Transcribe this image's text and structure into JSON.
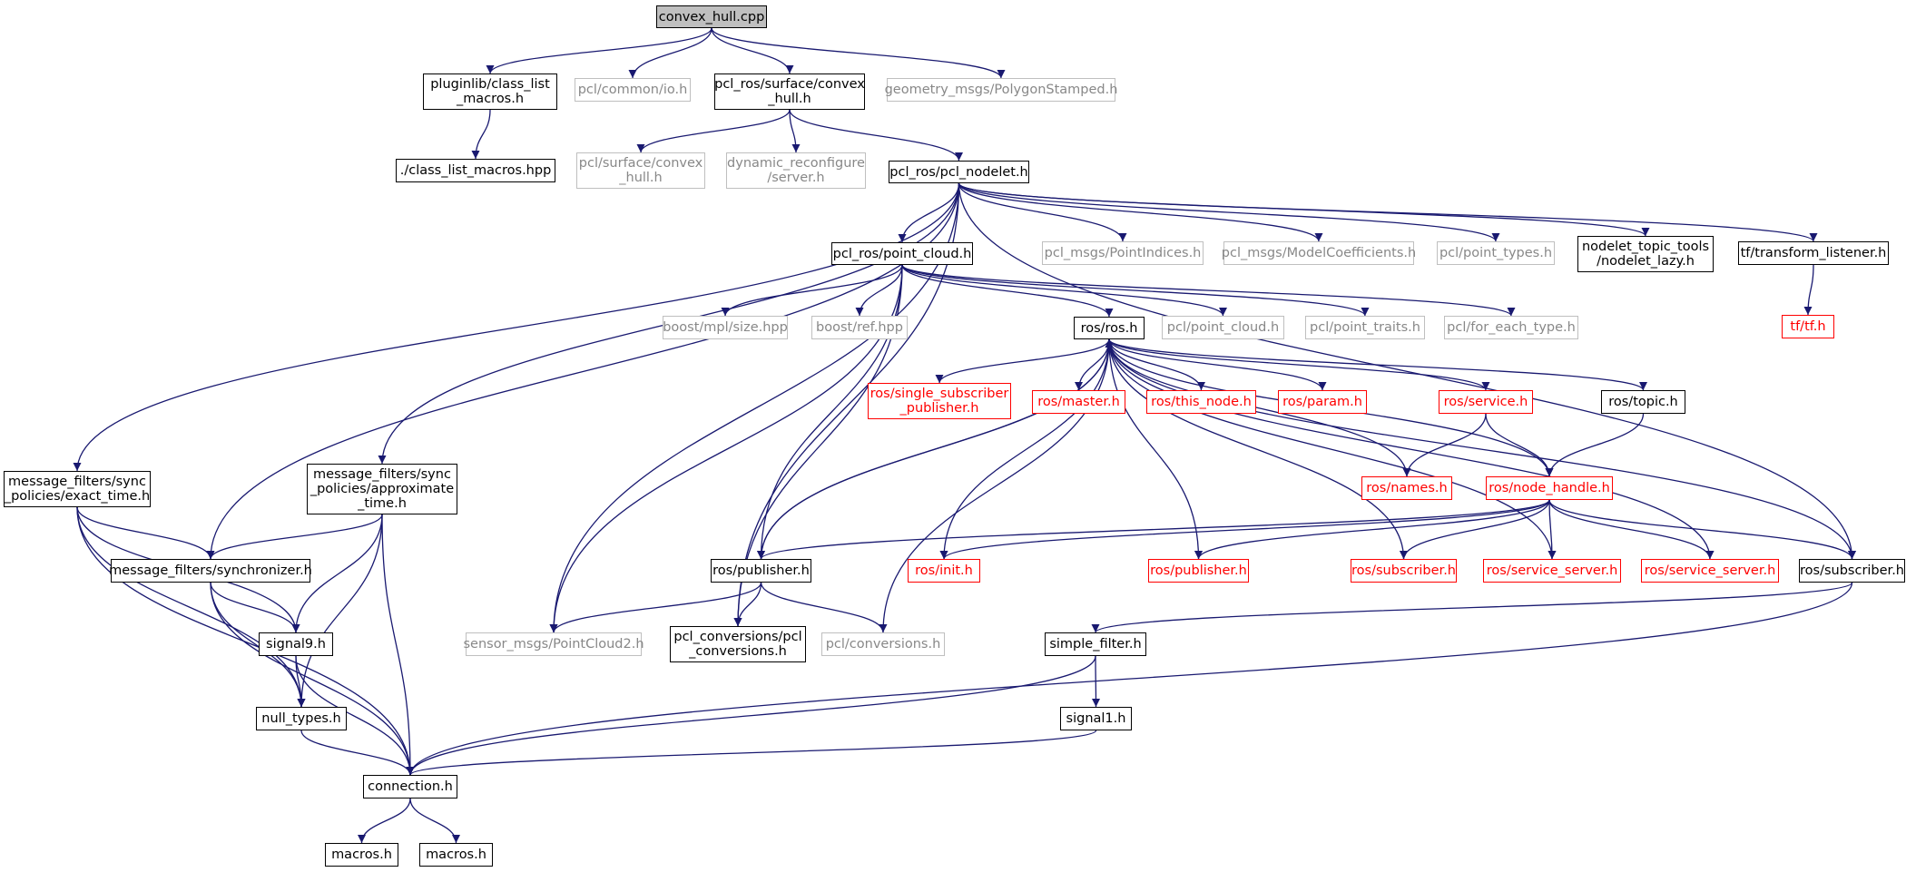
{
  "colors": {
    "edge": "#191970",
    "local_border": "#000000",
    "external_border": "#bfbfbf",
    "external_text": "#888888",
    "truncated_border": "#ff0000",
    "root_fill": "#bfbfbf"
  },
  "nodes": {
    "convex_hull_cpp": "convex_hull.cpp",
    "pluginlib_class_list_macros_h": "pluginlib/class_list\n_macros.h",
    "pcl_common_io_h": "pcl/common/io.h",
    "pcl_ros_surface_convex_hull_h": "pcl_ros/surface/convex\n_hull.h",
    "geometry_msgs_polygonstamped_h": "geometry_msgs/PolygonStamped.h",
    "class_list_macros_hpp": "./class_list_macros.hpp",
    "pcl_surface_convex_hull_h": "pcl/surface/convex\n_hull.h",
    "dynamic_reconfigure_server_h": "dynamic_reconfigure\n/server.h",
    "pcl_ros_pcl_nodelet_h": "pcl_ros/pcl_nodelet.h",
    "pcl_ros_point_cloud_h": "pcl_ros/point_cloud.h",
    "pcl_msgs_pointindices_h": "pcl_msgs/PointIndices.h",
    "pcl_msgs_modelcoefficients_h": "pcl_msgs/ModelCoefficients.h",
    "pcl_point_types_h": "pcl/point_types.h",
    "nodelet_topic_tools_nodelet_lazy_h": "nodelet_topic_tools\n/nodelet_lazy.h",
    "tf_transform_listener_h": "tf/transform_listener.h",
    "tf_tf_h": "tf/tf.h",
    "boost_mpl_size_hpp": "boost/mpl/size.hpp",
    "boost_ref_hpp": "boost/ref.hpp",
    "ros_ros_h": "ros/ros.h",
    "pcl_point_cloud_h": "pcl/point_cloud.h",
    "pcl_point_traits_h": "pcl/point_traits.h",
    "pcl_for_each_type_h": "pcl/for_each_type.h",
    "ros_single_subscriber_publisher_h": "ros/single_subscriber\n_publisher.h",
    "ros_master_h": "ros/master.h",
    "ros_this_node_h": "ros/this_node.h",
    "ros_param_h": "ros/param.h",
    "ros_service_h": "ros/service.h",
    "ros_topic_h": "ros/topic.h",
    "ros_names_h": "ros/names.h",
    "ros_node_handle_h": "ros/node_handle.h",
    "mf_exact_time_h": "message_filters/sync\n_policies/exact_time.h",
    "mf_approximate_time_h": "message_filters/sync\n_policies/approximate\n_time.h",
    "mf_synchronizer_h": "message_filters/synchronizer.h",
    "ros_publisher_h_local": "ros/publisher.h",
    "ros_init_h": "ros/init.h",
    "ros_publisher_h_trunc": "ros/publisher.h",
    "ros_subscriber_h_trunc": "ros/subscriber.h",
    "ros_service_server_h_a": "ros/service_server.h",
    "ros_service_server_h_b": "ros/service_server.h",
    "ros_subscriber_h_local": "ros/subscriber.h",
    "signal9_h": "signal9.h",
    "sensor_msgs_pointcloud2_h": "sensor_msgs/PointCloud2.h",
    "pcl_conversions_pcl_conversions_h": "pcl_conversions/pcl\n_conversions.h",
    "pcl_conversions_h": "pcl/conversions.h",
    "simple_filter_h": "simple_filter.h",
    "null_types_h": "null_types.h",
    "signal1_h": "signal1.h",
    "connection_h": "connection.h",
    "macros_h_a": "macros.h",
    "macros_h_b": "macros.h"
  },
  "edges": [
    [
      "convex_hull_cpp",
      "pluginlib_class_list_macros_h"
    ],
    [
      "convex_hull_cpp",
      "pcl_common_io_h"
    ],
    [
      "convex_hull_cpp",
      "pcl_ros_surface_convex_hull_h"
    ],
    [
      "convex_hull_cpp",
      "geometry_msgs_polygonstamped_h"
    ],
    [
      "pluginlib_class_list_macros_h",
      "class_list_macros_hpp"
    ],
    [
      "pcl_ros_surface_convex_hull_h",
      "pcl_surface_convex_hull_h"
    ],
    [
      "pcl_ros_surface_convex_hull_h",
      "dynamic_reconfigure_server_h"
    ],
    [
      "pcl_ros_surface_convex_hull_h",
      "pcl_ros_pcl_nodelet_h"
    ],
    [
      "pcl_ros_pcl_nodelet_h",
      "pcl_ros_point_cloud_h"
    ],
    [
      "pcl_ros_pcl_nodelet_h",
      "pcl_msgs_pointindices_h"
    ],
    [
      "pcl_ros_pcl_nodelet_h",
      "pcl_msgs_modelcoefficients_h"
    ],
    [
      "pcl_ros_pcl_nodelet_h",
      "pcl_point_types_h"
    ],
    [
      "pcl_ros_pcl_nodelet_h",
      "nodelet_topic_tools_nodelet_lazy_h"
    ],
    [
      "pcl_ros_pcl_nodelet_h",
      "tf_transform_listener_h"
    ],
    [
      "pcl_ros_pcl_nodelet_h",
      "mf_exact_time_h"
    ],
    [
      "pcl_ros_pcl_nodelet_h",
      "mf_approximate_time_h"
    ],
    [
      "pcl_ros_pcl_nodelet_h",
      "mf_synchronizer_h"
    ],
    [
      "pcl_ros_pcl_nodelet_h",
      "sensor_msgs_pointcloud2_h"
    ],
    [
      "pcl_ros_pcl_nodelet_h",
      "pcl_conversions_pcl_conversions_h"
    ],
    [
      "pcl_ros_pcl_nodelet_h",
      "ros_subscriber_h_local"
    ],
    [
      "tf_transform_listener_h",
      "tf_tf_h"
    ],
    [
      "pcl_ros_point_cloud_h",
      "boost_mpl_size_hpp"
    ],
    [
      "pcl_ros_point_cloud_h",
      "boost_ref_hpp"
    ],
    [
      "pcl_ros_point_cloud_h",
      "ros_ros_h"
    ],
    [
      "pcl_ros_point_cloud_h",
      "pcl_point_cloud_h"
    ],
    [
      "pcl_ros_point_cloud_h",
      "pcl_point_traits_h"
    ],
    [
      "pcl_ros_point_cloud_h",
      "pcl_for_each_type_h"
    ],
    [
      "pcl_ros_point_cloud_h",
      "sensor_msgs_pointcloud2_h"
    ],
    [
      "pcl_ros_point_cloud_h",
      "pcl_conversions_pcl_conversions_h"
    ],
    [
      "pcl_ros_point_cloud_h",
      "ros_publisher_h_local"
    ],
    [
      "ros_ros_h",
      "ros_single_subscriber_publisher_h"
    ],
    [
      "ros_ros_h",
      "ros_master_h"
    ],
    [
      "ros_ros_h",
      "ros_this_node_h"
    ],
    [
      "ros_ros_h",
      "ros_param_h"
    ],
    [
      "ros_ros_h",
      "ros_service_h"
    ],
    [
      "ros_ros_h",
      "ros_topic_h"
    ],
    [
      "ros_ros_h",
      "ros_names_h"
    ],
    [
      "ros_ros_h",
      "ros_node_handle_h"
    ],
    [
      "ros_ros_h",
      "ros_init_h"
    ],
    [
      "ros_ros_h",
      "ros_publisher_h_trunc"
    ],
    [
      "ros_ros_h",
      "ros_subscriber_h_trunc"
    ],
    [
      "ros_ros_h",
      "ros_service_server_h_a"
    ],
    [
      "ros_ros_h",
      "ros_service_server_h_b"
    ],
    [
      "ros_ros_h",
      "ros_subscriber_h_local"
    ],
    [
      "ros_ros_h",
      "ros_publisher_h_local"
    ],
    [
      "ros_service_h",
      "ros_names_h"
    ],
    [
      "ros_service_h",
      "ros_node_handle_h"
    ],
    [
      "ros_topic_h",
      "ros_node_handle_h"
    ],
    [
      "ros_node_handle_h",
      "ros_publisher_h_local"
    ],
    [
      "ros_node_handle_h",
      "ros_init_h"
    ],
    [
      "ros_node_handle_h",
      "ros_publisher_h_trunc"
    ],
    [
      "ros_node_handle_h",
      "ros_subscriber_h_trunc"
    ],
    [
      "ros_node_handle_h",
      "ros_service_server_h_a"
    ],
    [
      "ros_node_handle_h",
      "ros_service_server_h_b"
    ],
    [
      "ros_node_handle_h",
      "ros_subscriber_h_local"
    ],
    [
      "ros_publisher_h_local",
      "ros_ros_h"
    ],
    [
      "ros_publisher_h_local",
      "sensor_msgs_pointcloud2_h"
    ],
    [
      "ros_publisher_h_local",
      "pcl_conversions_pcl_conversions_h"
    ],
    [
      "ros_publisher_h_local",
      "pcl_conversions_h"
    ],
    [
      "pcl_conversions_h",
      "ros_ros_h"
    ],
    [
      "ros_subscriber_h_local",
      "simple_filter_h"
    ],
    [
      "ros_subscriber_h_local",
      "connection_h"
    ],
    [
      "simple_filter_h",
      "signal1_h"
    ],
    [
      "simple_filter_h",
      "connection_h"
    ],
    [
      "signal1_h",
      "connection_h"
    ],
    [
      "mf_exact_time_h",
      "mf_synchronizer_h"
    ],
    [
      "mf_exact_time_h",
      "signal9_h"
    ],
    [
      "mf_exact_time_h",
      "null_types_h"
    ],
    [
      "mf_exact_time_h",
      "connection_h"
    ],
    [
      "mf_approximate_time_h",
      "mf_synchronizer_h"
    ],
    [
      "mf_approximate_time_h",
      "signal9_h"
    ],
    [
      "mf_approximate_time_h",
      "null_types_h"
    ],
    [
      "mf_approximate_time_h",
      "connection_h"
    ],
    [
      "mf_synchronizer_h",
      "signal9_h"
    ],
    [
      "mf_synchronizer_h",
      "null_types_h"
    ],
    [
      "mf_synchronizer_h",
      "connection_h"
    ],
    [
      "signal9_h",
      "null_types_h"
    ],
    [
      "signal9_h",
      "connection_h"
    ],
    [
      "null_types_h",
      "connection_h"
    ],
    [
      "connection_h",
      "macros_h_a"
    ],
    [
      "connection_h",
      "macros_h_b"
    ]
  ]
}
